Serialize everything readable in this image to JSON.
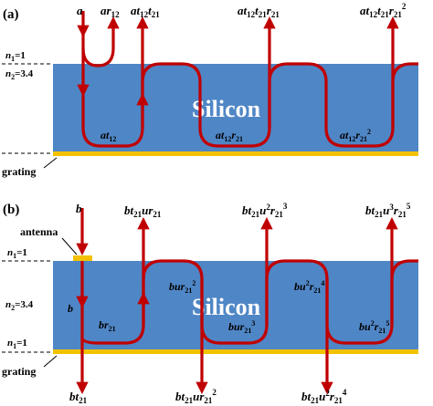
{
  "panel_a": {
    "tag": "(a)",
    "n_top": "n",
    "n_top_sub": "1",
    "n_top_val": "=1",
    "n_mid": "n",
    "n_mid_sub": "2",
    "n_mid_val": "=3.4",
    "silicon": "Silicon",
    "grating": "grating",
    "beam": {
      "a": "a"
    },
    "top_labels": [
      {
        "base": "ar",
        "sub": "12"
      },
      {
        "base": "at",
        "sub": "12",
        "base2": "t",
        "sub2": "21"
      },
      {
        "base": "at",
        "sub": "12",
        "base2": "t",
        "sub2": "21",
        "base3": "r",
        "sub3": "21"
      },
      {
        "base": "at",
        "sub": "12",
        "base2": "t",
        "sub2": "21",
        "base3": "r",
        "sub3": "21",
        "sup3": "2"
      }
    ],
    "inner_labels": [
      {
        "base": "at",
        "sub": "12"
      },
      {
        "base": "at",
        "sub": "12",
        "base2": "r",
        "sub2": "21"
      },
      {
        "base": "at",
        "sub": "12",
        "base2": "r",
        "sub2": "21",
        "sup2": "2"
      }
    ]
  },
  "panel_b": {
    "tag": "(b)",
    "antenna": "antenna",
    "n_top": "n",
    "n_top_sub": "1",
    "n_top_val": "=1",
    "n_mid": "n",
    "n_mid_sub": "2",
    "n_mid_val": "=3.4",
    "n_bot": "n",
    "n_bot_sub": "1",
    "n_bot_val": "=1",
    "silicon": "Silicon",
    "grating": "grating",
    "beam_b": "b",
    "inside_b": "b",
    "top_labels": [
      {
        "base": "bt",
        "sub": "21",
        "base2": "ur",
        "sub2": "21"
      },
      {
        "base": "bt",
        "sub": "21",
        "base2": "u",
        "sup2": "2",
        "base3": "r",
        "sub3": "21",
        "sup3": "3"
      },
      {
        "base": "bt",
        "sub": "21",
        "base2": "u",
        "sup2": "3",
        "base3": "r",
        "sub3": "21",
        "sup3": "5"
      }
    ],
    "bottom_labels": [
      {
        "base": "bt",
        "sub": "21"
      },
      {
        "base": "bt",
        "sub": "21",
        "base2": "ur",
        "sub2": "21",
        "sup2": "2"
      },
      {
        "base": "bt",
        "sub": "21",
        "base2": "u",
        "sup2": "2",
        "base3": "r",
        "sub3": "21",
        "sup3": "4"
      }
    ],
    "inner_labels": [
      {
        "base": "br",
        "sub": "21"
      },
      {
        "base": "bur",
        "sub": "21",
        "sup": "2"
      },
      {
        "base": "bur",
        "sub": "21",
        "sup": "3"
      },
      {
        "base": "bu",
        "sup": "2",
        "base2": "r",
        "sub2": "21",
        "sup2": "4"
      },
      {
        "base": "bu",
        "sup": "2",
        "base2": "r",
        "sub2": "21",
        "sup2": "5"
      }
    ]
  },
  "colors": {
    "silicon": "#4f86c6",
    "ray": "#c00000",
    "grating": "#f2c200",
    "antenna": "#f2c200"
  }
}
